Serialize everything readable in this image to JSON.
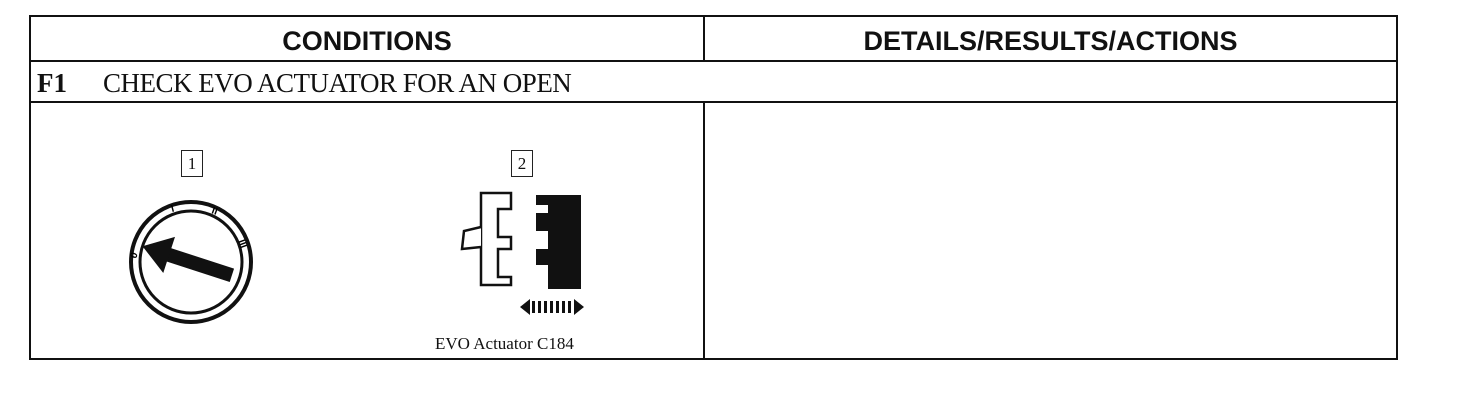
{
  "header": {
    "col1": "CONDITIONS",
    "col2": "DETAILS/RESULTS/ACTIONS"
  },
  "step": {
    "number": "F1",
    "title": "CHECK EVO ACTUATOR FOR AN OPEN"
  },
  "figures": [
    {
      "callout": "1",
      "icon": "ignition-key-off-icon",
      "key_marks": [
        "0",
        "I",
        "II",
        "III"
      ]
    },
    {
      "callout": "2",
      "icon": "connector-disconnect-icon",
      "caption": "EVO Actuator C184"
    }
  ]
}
